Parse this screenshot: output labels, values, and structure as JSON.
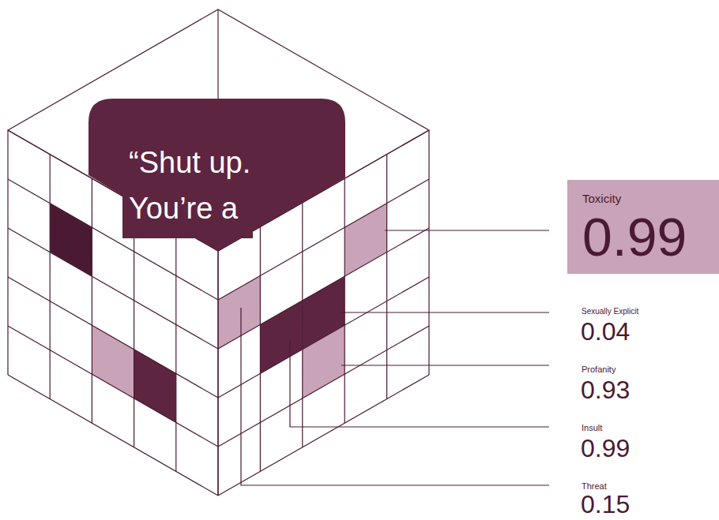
{
  "diagram": {
    "nodes": [
      {
        "text": [
          "“Shut up. You’re a"
        ]
      },
      {
        "text": [
          "Toxicity",
          "0.99"
        ]
      }
    ],
    "labels": [
      "Sexually Explicit",
      "0.04",
      "Profanity",
      "0.93",
      "Insult",
      "0.99",
      "Threat",
      "0.15"
    ]
  }
}
